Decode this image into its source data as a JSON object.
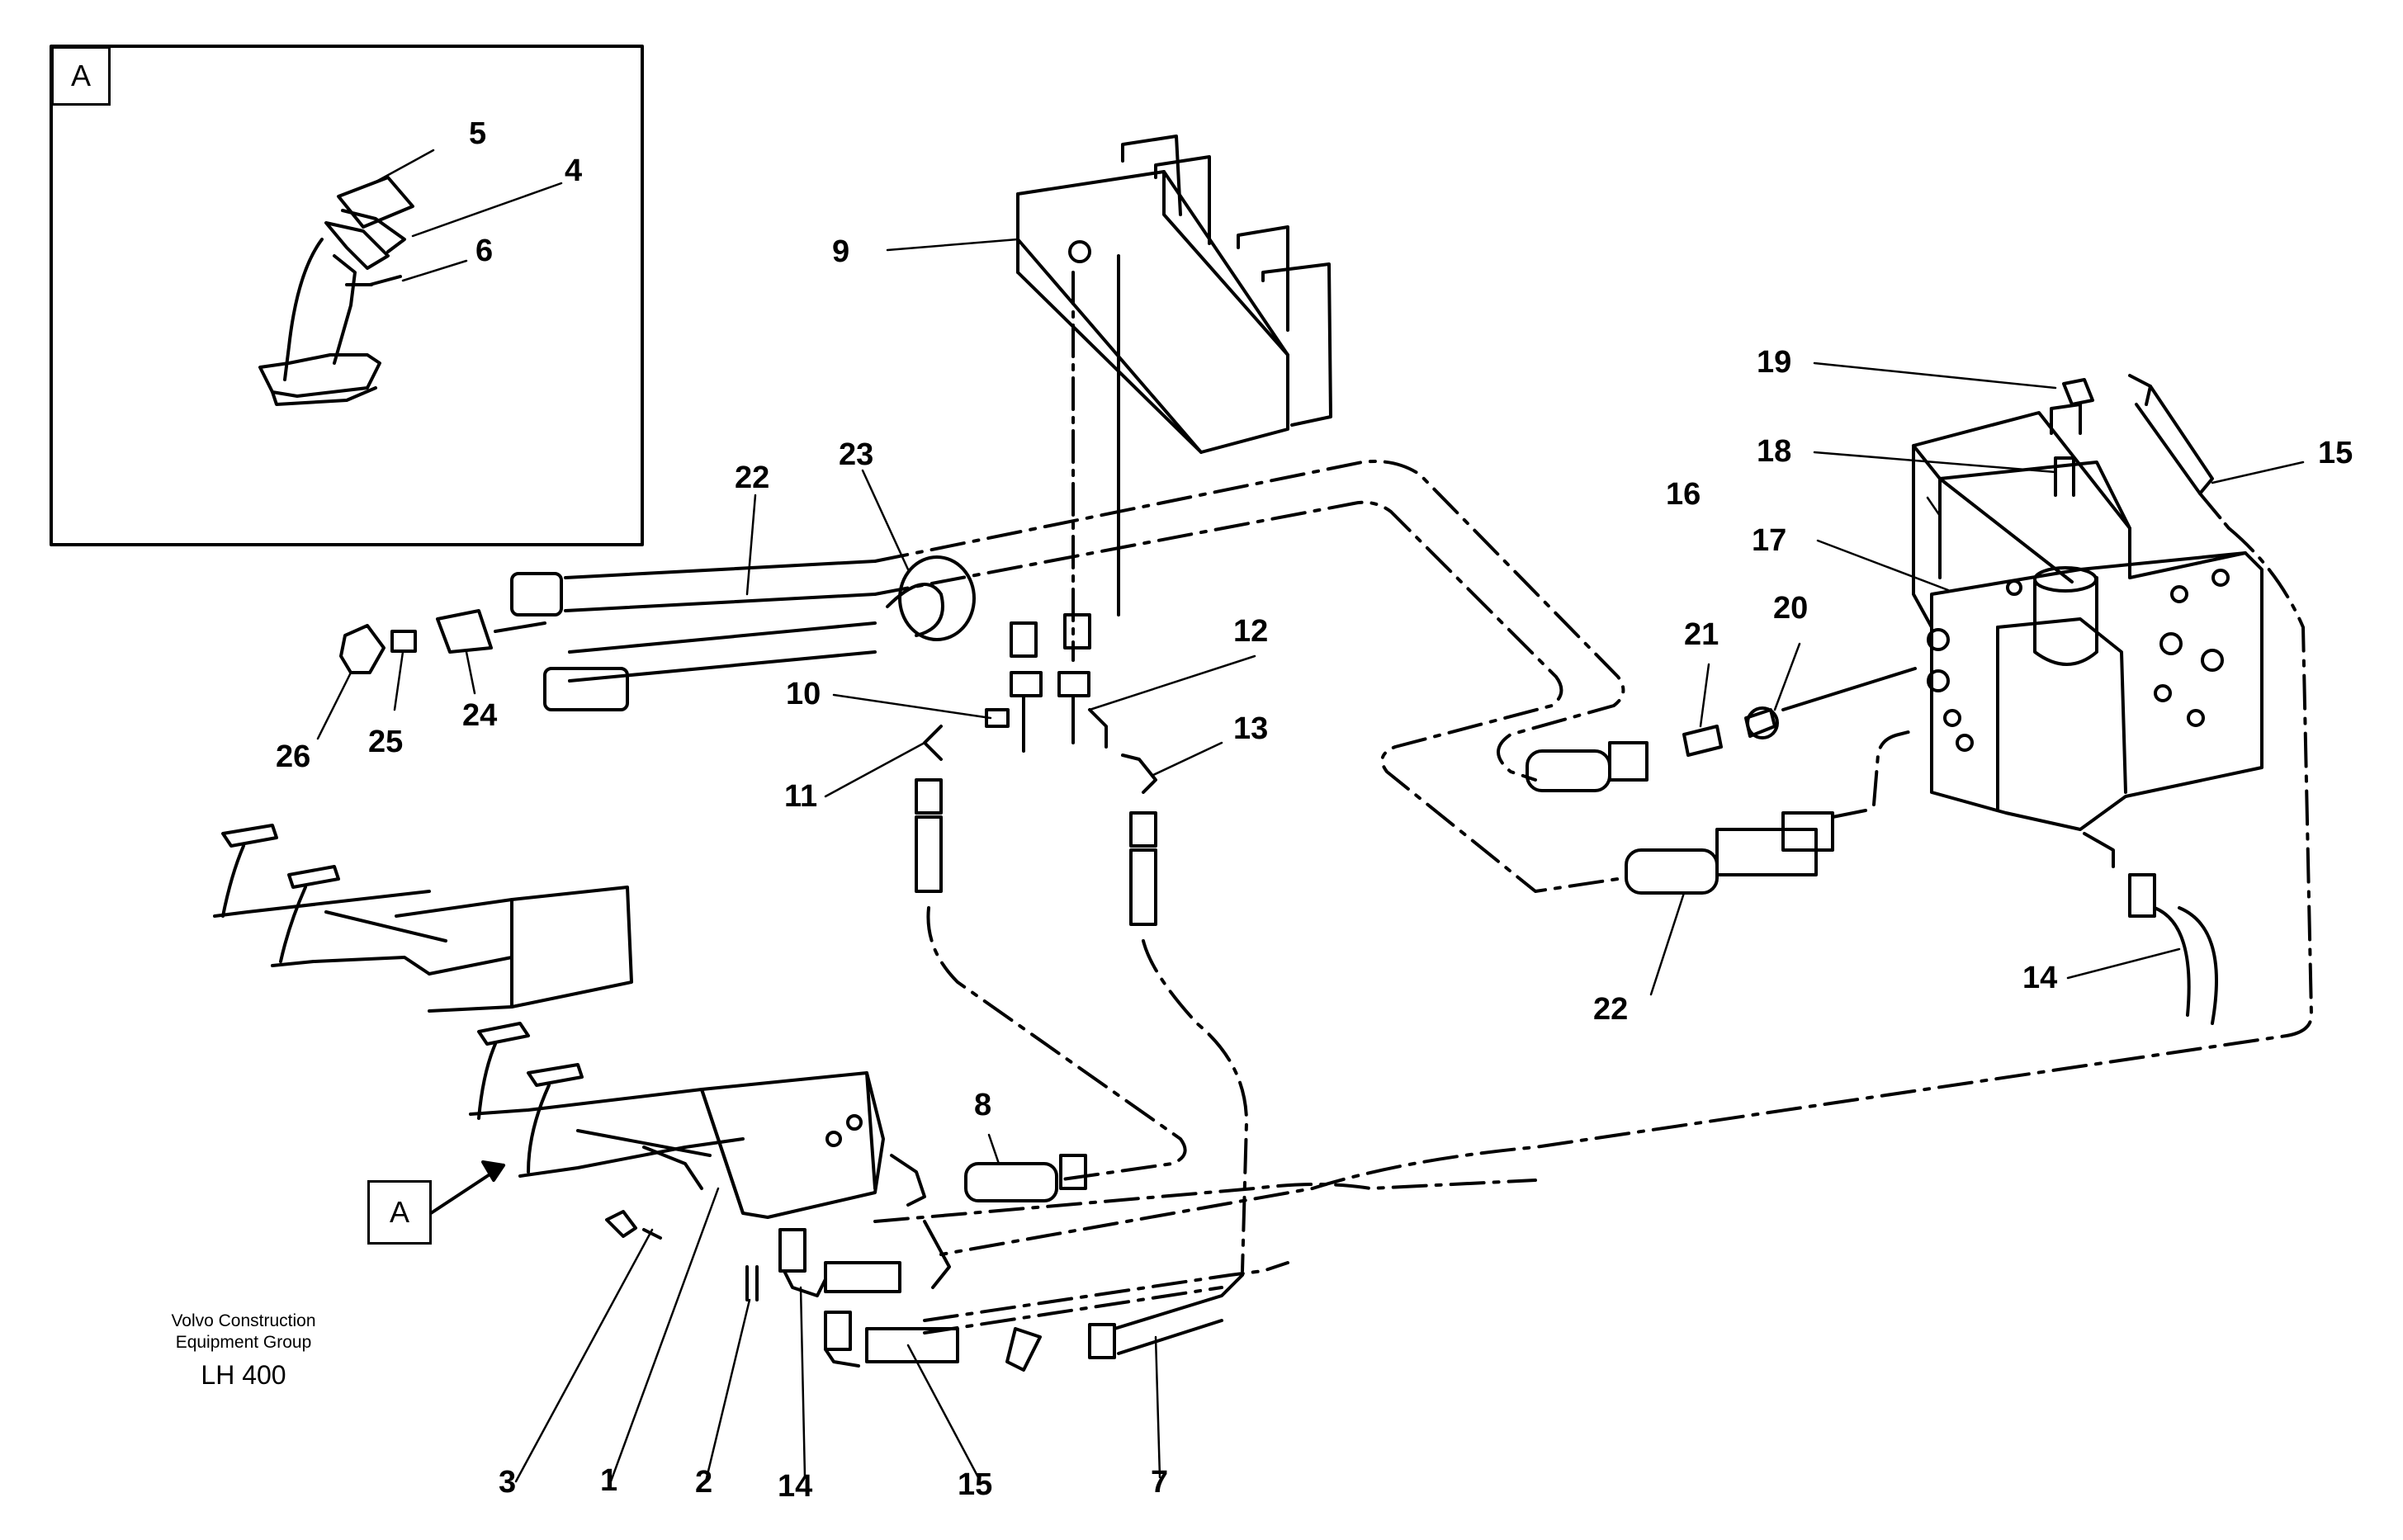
{
  "inset": {
    "tag": "A",
    "labels": [
      "5",
      "4",
      "6"
    ]
  },
  "pointer_tag": "A",
  "part_labels": {
    "p9": "9",
    "p19": "19",
    "p15a": "15",
    "p18": "18",
    "p16": "16",
    "p17": "17",
    "p22a": "22",
    "p23": "23",
    "p21": "21",
    "p20": "20",
    "p12": "12",
    "p10": "10",
    "p13": "13",
    "p11": "11",
    "p26": "26",
    "p25": "25",
    "p24": "24",
    "p22b": "22",
    "p14a": "14",
    "p8": "8",
    "p3": "3",
    "p1": "1",
    "p2": "2",
    "p14b": "14",
    "p15b": "15",
    "p7": "7"
  },
  "credit": {
    "line1": "Volvo Construction",
    "line2": "Equipment Group",
    "model": "LH 400"
  }
}
